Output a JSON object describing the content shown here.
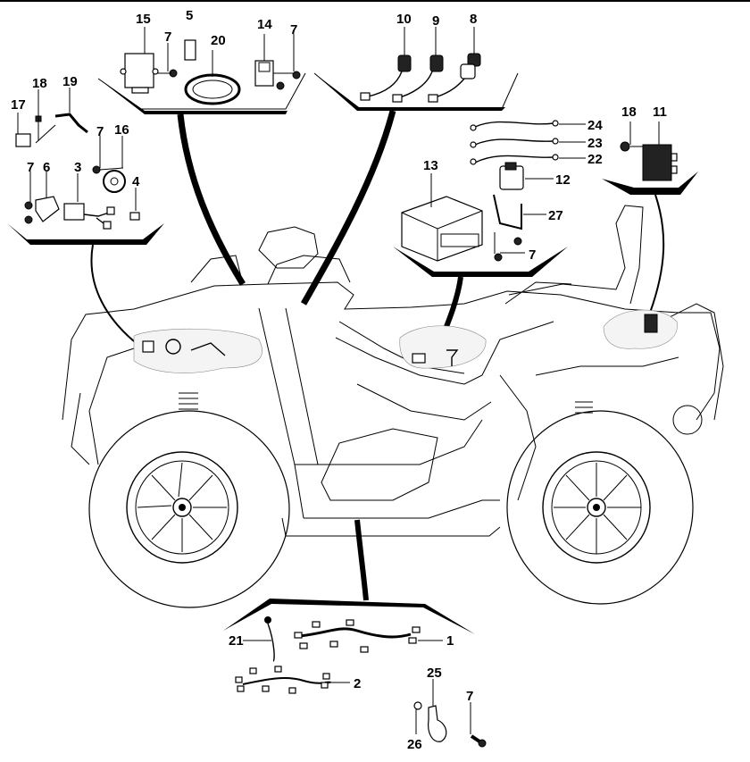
{
  "diagram": {
    "title": "ATV electrical components exploded view",
    "callouts": [
      {
        "id": "c15",
        "label": "15",
        "part": "control-unit"
      },
      {
        "id": "c5",
        "label": "5",
        "part": "label"
      },
      {
        "id": "c20",
        "label": "20",
        "part": "instrument-gasket"
      },
      {
        "id": "c7a",
        "label": "7",
        "part": "bolt"
      },
      {
        "id": "c14",
        "label": "14",
        "part": "module"
      },
      {
        "id": "c7b",
        "label": "7",
        "part": "bolt"
      },
      {
        "id": "c10",
        "label": "10",
        "part": "switch"
      },
      {
        "id": "c9",
        "label": "9",
        "part": "switch"
      },
      {
        "id": "c8",
        "label": "8",
        "part": "switch"
      },
      {
        "id": "c18a",
        "label": "18",
        "part": "screw"
      },
      {
        "id": "c19",
        "label": "19",
        "part": "sensor-cable"
      },
      {
        "id": "c17",
        "label": "17",
        "part": "sensor"
      },
      {
        "id": "c7c",
        "label": "7",
        "part": "bolt"
      },
      {
        "id": "c16",
        "label": "16",
        "part": "horn"
      },
      {
        "id": "c7d",
        "label": "7",
        "part": "bolt"
      },
      {
        "id": "c6",
        "label": "6",
        "part": "relay-box"
      },
      {
        "id": "c3",
        "label": "3",
        "part": "relay"
      },
      {
        "id": "c4",
        "label": "4",
        "part": "connector"
      },
      {
        "id": "c24",
        "label": "24",
        "part": "cable"
      },
      {
        "id": "c23",
        "label": "23",
        "part": "cable"
      },
      {
        "id": "c22",
        "label": "22",
        "part": "cable"
      },
      {
        "id": "c12",
        "label": "12",
        "part": "starter-relay"
      },
      {
        "id": "c13",
        "label": "13",
        "part": "battery"
      },
      {
        "id": "c27",
        "label": "27",
        "part": "bracket"
      },
      {
        "id": "c7e",
        "label": "7",
        "part": "bolt"
      },
      {
        "id": "c18b",
        "label": "18",
        "part": "screw"
      },
      {
        "id": "c11",
        "label": "11",
        "part": "regulator"
      },
      {
        "id": "c21",
        "label": "21",
        "part": "wire"
      },
      {
        "id": "c1",
        "label": "1",
        "part": "main-harness"
      },
      {
        "id": "c2",
        "label": "2",
        "part": "sub-harness"
      },
      {
        "id": "c25",
        "label": "25",
        "part": "clamp"
      },
      {
        "id": "c26",
        "label": "26",
        "part": "nut"
      },
      {
        "id": "c7f",
        "label": "7",
        "part": "bolt"
      }
    ]
  }
}
